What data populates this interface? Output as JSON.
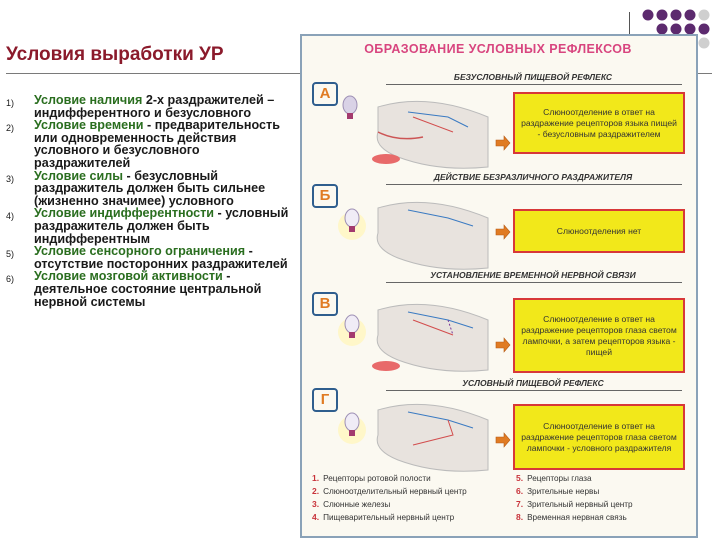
{
  "slide": {
    "title": "Условия выработки УР",
    "conditions": [
      {
        "num": "1)",
        "highlight": "Условие наличия",
        "rest": " 2-х раздражителей – индифферентного и безусловного"
      },
      {
        "num": "2)",
        "highlight": "Условие времени",
        "rest": " - предварительность или одновременность действия условного и безусловного раздражителей"
      },
      {
        "num": "3)",
        "highlight": "Условие силы",
        "rest": " - безусловный раздражитель должен быть сильнее (жизненно значимее) условного"
      },
      {
        "num": "4)",
        "highlight": "Условие индифферентности",
        "rest": " - условный раздражитель должен быть индифферентным"
      },
      {
        "num": "5)",
        "highlight": "Условие сенсорного ограничения",
        "rest": " - отсутствие посторонних раздражителей"
      },
      {
        "num": "6)",
        "highlight": "Условие мозговой активности",
        "rest": " - деятельное состояние центральной нервной системы"
      }
    ]
  },
  "figure": {
    "title": "ОБРАЗОВАНИЕ УСЛОВНЫХ РЕФЛЕКСОВ",
    "sections": [
      {
        "letter": "А",
        "heading": "БЕЗУСЛОВНЫЙ ПИЩЕВОЙ РЕФЛЕКС",
        "text": "Слюноотделение в ответ на раздражение рецепторов языка пищей - безусловным раздражителем"
      },
      {
        "letter": "Б",
        "heading": "ДЕЙСТВИЕ БЕЗРАЗЛИЧНОГО РАЗДРАЖИТЕЛЯ",
        "text": "Слюноотделения нет"
      },
      {
        "letter": "В",
        "heading": "УСТАНОВЛЕНИЕ ВРЕМЕННОЙ НЕРВНОЙ СВЯЗИ",
        "text": "Слюноотделение в ответ на раздражение рецепторов глаза светом лампочки, а затем рецепторов языка - пищей"
      },
      {
        "letter": "Г",
        "heading": "УСЛОВНЫЙ ПИЩЕВОЙ РЕФЛЕКС",
        "text": "Слюноотделение в ответ на раздражение рецепторов глаза светом лампочки - условного раздражителя"
      }
    ],
    "legend": [
      {
        "n": "1.",
        "label": "Рецепторы ротовой полости"
      },
      {
        "n": "2.",
        "label": "Слюноотделительный нервный центр"
      },
      {
        "n": "3.",
        "label": "Слюнные железы"
      },
      {
        "n": "4.",
        "label": "Пищеварительный нервный центр"
      },
      {
        "n": "5.",
        "label": "Рецепторы глаза"
      },
      {
        "n": "6.",
        "label": "Зрительные нервы"
      },
      {
        "n": "7.",
        "label": "Зрительный нервный центр"
      },
      {
        "n": "8.",
        "label": "Временная нервная связь"
      }
    ]
  },
  "colors": {
    "title": "#8b1a2b",
    "highlight": "#2a6e1f",
    "figure_title": "#d8457f",
    "box_fill": "#f2e81a",
    "box_border": "#d83838",
    "badge_text": "#e07b23"
  }
}
